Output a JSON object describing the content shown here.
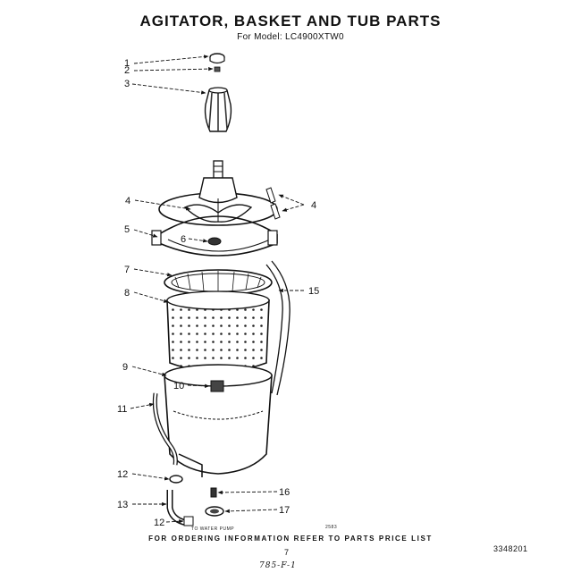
{
  "header": {
    "title": "AGITATOR, BASKET AND TUB PARTS",
    "model": "For Model: LC4900XTW0"
  },
  "callouts": [
    {
      "id": "1",
      "label": "1"
    },
    {
      "id": "2",
      "label": "2"
    },
    {
      "id": "3",
      "label": "3"
    },
    {
      "id": "4a",
      "label": "4"
    },
    {
      "id": "4b",
      "label": "4"
    },
    {
      "id": "5",
      "label": "5"
    },
    {
      "id": "6",
      "label": "6"
    },
    {
      "id": "7",
      "label": "7"
    },
    {
      "id": "8",
      "label": "8"
    },
    {
      "id": "9",
      "label": "9"
    },
    {
      "id": "10",
      "label": "10"
    },
    {
      "id": "11",
      "label": "11"
    },
    {
      "id": "12a",
      "label": "12"
    },
    {
      "id": "12b",
      "label": "12"
    },
    {
      "id": "13",
      "label": "13"
    },
    {
      "id": "15",
      "label": "15"
    },
    {
      "id": "16",
      "label": "16"
    },
    {
      "id": "17",
      "label": "17"
    }
  ],
  "annotations": {
    "to_water_pump": "TO WATER PUMP",
    "small_code": "2583"
  },
  "footer": {
    "note": "FOR ORDERING INFORMATION REFER TO PARTS PRICE LIST",
    "page": "7",
    "part_code": "3348201",
    "handwritten": "785-F-1"
  }
}
